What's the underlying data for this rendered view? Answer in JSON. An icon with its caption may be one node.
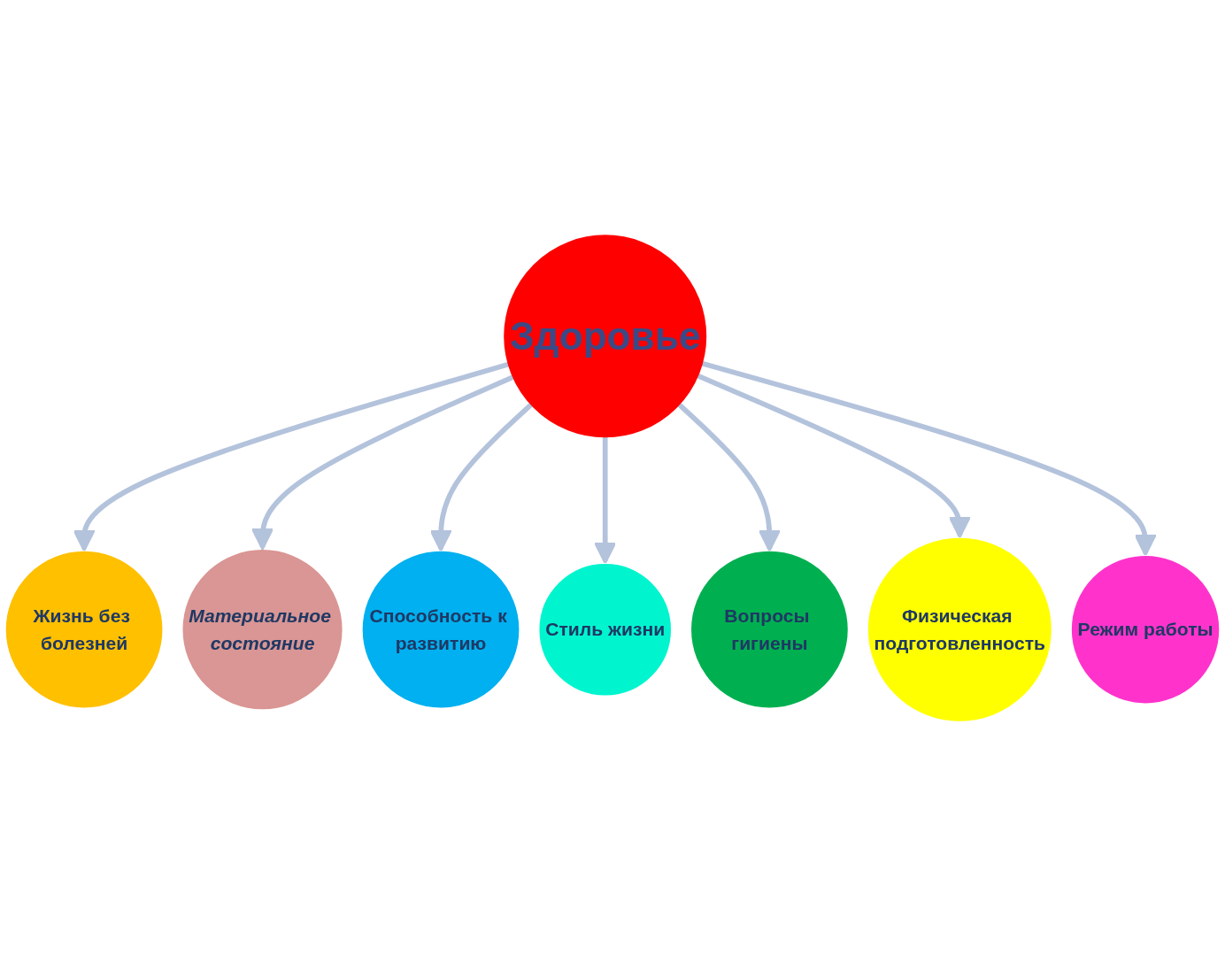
{
  "diagram": {
    "nodes": [
      {
        "text": [
          "Жизнь без болезней"
        ]
      },
      {
        "text": [
          "Материальное состояние"
        ]
      },
      {
        "text": [
          "Способность к развитию"
        ]
      },
      {
        "text": [
          "Здоровье"
        ]
      },
      {
        "text": [
          "Стиль жизни"
        ]
      },
      {
        "text": [
          "Вопросы гигиены"
        ]
      },
      {
        "text": [
          "Физическая подготовленность"
        ]
      },
      {
        "text": [
          "Режим работы"
        ]
      }
    ],
    "edges": [
      {
        "from": 3,
        "to": 0,
        "arrow": "to"
      },
      {
        "from": 3,
        "to": 1,
        "arrow": "to"
      },
      {
        "from": 3,
        "to": 2,
        "arrow": "to"
      },
      {
        "from": 3,
        "to": 4,
        "arrow": "to"
      },
      {
        "from": 3,
        "to": 5,
        "arrow": "to"
      },
      {
        "from": 3,
        "to": 6,
        "arrow": "to"
      },
      {
        "from": 3,
        "to": 7,
        "arrow": "to"
      }
    ]
  }
}
